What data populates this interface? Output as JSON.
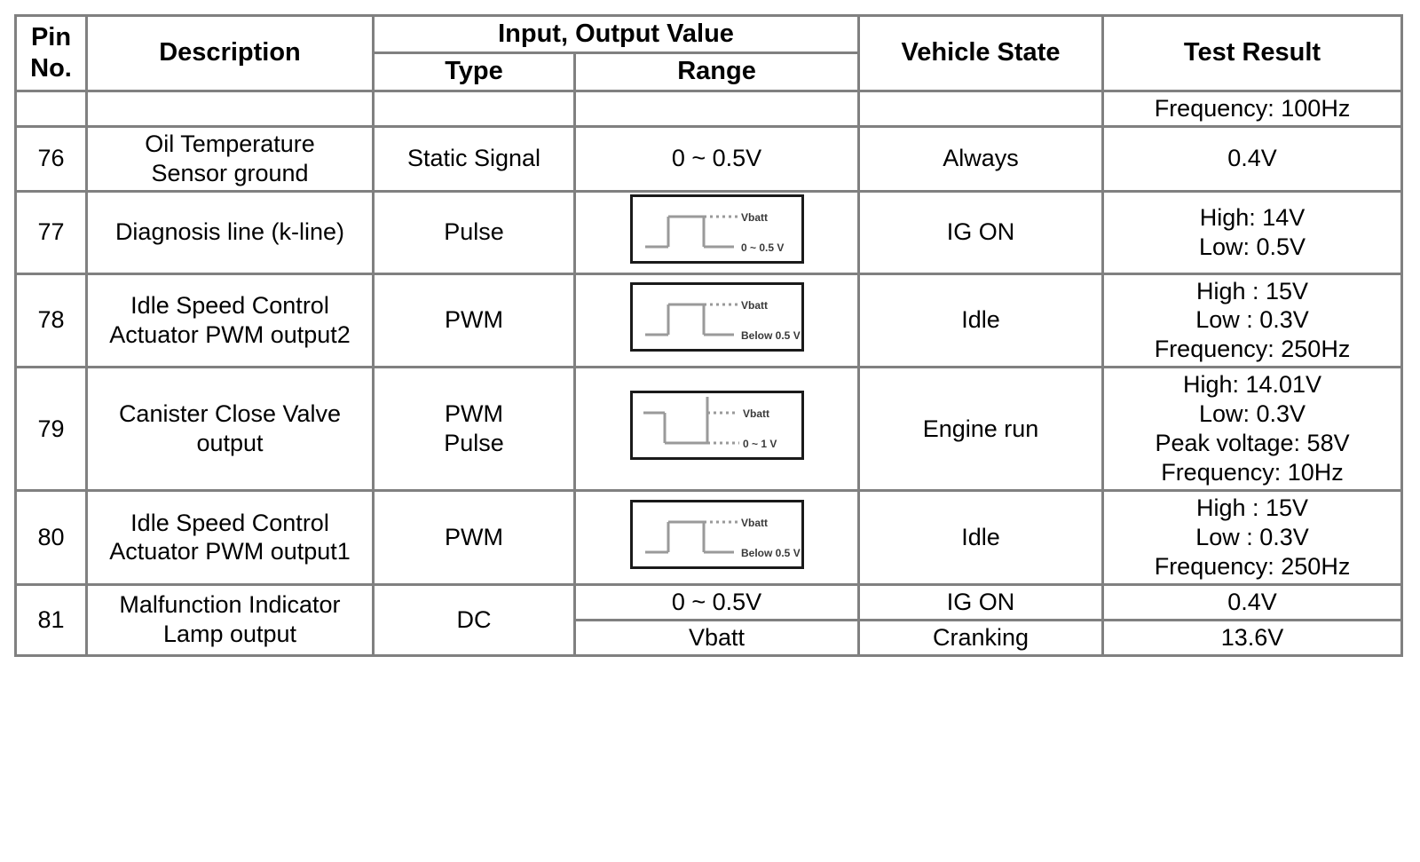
{
  "table": {
    "headers": {
      "pin_no": "Pin\nNo.",
      "description": "Description",
      "input_output_value": "Input, Output Value",
      "type": "Type",
      "range": "Range",
      "vehicle_state": "Vehicle State",
      "test_result": "Test Result"
    },
    "rows": [
      {
        "pin": "",
        "description": "",
        "type": "",
        "range_text": "",
        "range_kind": "text",
        "vehicle_state": "",
        "test_result": "Frequency: 100Hz",
        "result_align": "top"
      },
      {
        "pin": "76",
        "description": "Oil Temperature\nSensor ground",
        "type": "Static Signal",
        "range_text": "0 ~ 0.5V",
        "range_kind": "text",
        "vehicle_state": "Always",
        "test_result": "0.4V",
        "result_align": "middle"
      },
      {
        "pin": "77",
        "description": "Diagnosis line (k-line)",
        "type": "Pulse",
        "range_kind": "waveform",
        "waveform": {
          "shape": "pulse-high",
          "high_label": "Vbatt",
          "low_label": "0 ~ 0.5 V"
        },
        "vehicle_state": "IG ON",
        "test_result": "High: 14V\nLow: 0.5V",
        "result_align": "middle"
      },
      {
        "pin": "78",
        "description": "Idle Speed Control\nActuator PWM output2",
        "type": "PWM",
        "range_kind": "waveform",
        "waveform": {
          "shape": "pulse-high",
          "high_label": "Vbatt",
          "low_label": "Below 0.5 V"
        },
        "vehicle_state": "Idle",
        "test_result": "High : 15V\nLow : 0.3V\nFrequency: 250Hz",
        "result_align": "middle"
      },
      {
        "pin": "79",
        "description": "Canister Close Valve\noutput",
        "type": "PWM\nPulse",
        "range_kind": "waveform",
        "waveform": {
          "shape": "pulse-low-spike",
          "high_label": "Vbatt",
          "low_label": "0 ~ 1 V"
        },
        "vehicle_state": "Engine run",
        "test_result": "High: 14.01V\nLow: 0.3V\nPeak voltage: 58V\nFrequency: 10Hz",
        "result_align": "middle"
      },
      {
        "pin": "80",
        "description": "Idle Speed Control\nActuator PWM output1",
        "type": "PWM",
        "range_kind": "waveform",
        "waveform": {
          "shape": "pulse-high",
          "high_label": "Vbatt",
          "low_label": "Below 0.5 V"
        },
        "vehicle_state": "Idle",
        "test_result": "High : 15V\nLow : 0.3V\nFrequency: 250Hz",
        "result_align": "middle"
      },
      {
        "pin": "81",
        "description": "Malfunction Indicator\nLamp output",
        "type": "DC",
        "range_kind": "split",
        "sub_rows": [
          {
            "range_text": "0 ~ 0.5V",
            "vehicle_state": "IG ON",
            "test_result": "0.4V"
          },
          {
            "range_text": "Vbatt",
            "vehicle_state": "Cranking",
            "test_result": "13.6V"
          }
        ]
      }
    ]
  },
  "style": {
    "border_color": "#808080",
    "waveform_box_border": "#1a1a1a",
    "waveform_trace_color": "#9a9a9a",
    "text_color": "#000000",
    "background": "#ffffff"
  }
}
